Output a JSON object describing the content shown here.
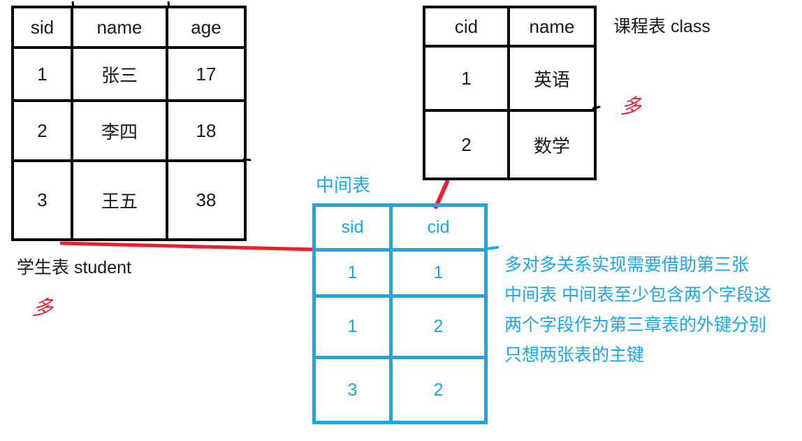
{
  "colors": {
    "table_black": "#050505",
    "text_black": "#1a1a1a",
    "accent_blue": "#1ba7e5",
    "accent_red": "#e8212e"
  },
  "student_table": {
    "title": "学生表 student",
    "multiplicity": "多",
    "headers": [
      "sid",
      "name",
      "age"
    ],
    "rows": [
      [
        "1",
        "张三",
        "17"
      ],
      [
        "2",
        "李四",
        "18"
      ],
      [
        "3",
        "王五",
        "38"
      ]
    ]
  },
  "class_table": {
    "title": "课程表 class",
    "multiplicity": "多",
    "headers": [
      "cid",
      "name"
    ],
    "rows": [
      [
        "1",
        "英语"
      ],
      [
        "2",
        "数学"
      ]
    ]
  },
  "junction_table": {
    "title": "中间表",
    "headers": [
      "sid",
      "cid"
    ],
    "rows": [
      [
        "1",
        "1"
      ],
      [
        "1",
        "2"
      ],
      [
        "3",
        "2"
      ]
    ]
  },
  "note": {
    "lines": [
      "多对多关系实现需要借助第三张",
      "中间表 中间表至少包含两个字段这",
      "两个字段作为第三章表的外键分别",
      "只想两张表的主键"
    ]
  }
}
